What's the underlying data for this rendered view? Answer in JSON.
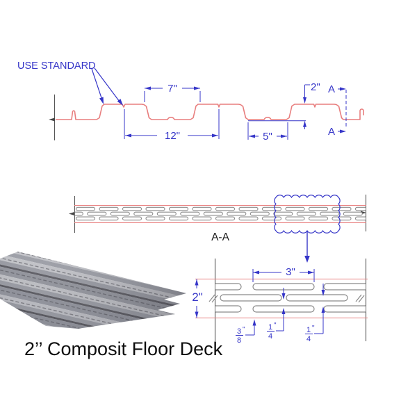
{
  "colors": {
    "profile_red": "#e87e7e",
    "annotation_blue": "#3535c8",
    "line_black": "#4a4a4a",
    "slot_gray": "#8a8a8a"
  },
  "profile_drawing": {
    "note": "USE STANDARD",
    "dim_top_valley": "7\"",
    "dim_pitch": "12\"",
    "dim_bottom_flat": "5\"",
    "dim_depth": "2\"",
    "section_letter_top": "A",
    "section_letter_bottom": "A"
  },
  "section_view": {
    "label": "A-A"
  },
  "detail_view": {
    "dim_slot_length": "3\"",
    "dim_depth": "2\"",
    "frac_3_8": {
      "num": "3",
      "quote": "\"",
      "den": "8"
    },
    "frac_1_4_left": {
      "num": "1",
      "quote": "\"",
      "den": "4"
    },
    "frac_1_4_right": {
      "num": "1",
      "quote": "\"",
      "den": "4"
    }
  },
  "caption": "2’’ Composit Floor Deck"
}
